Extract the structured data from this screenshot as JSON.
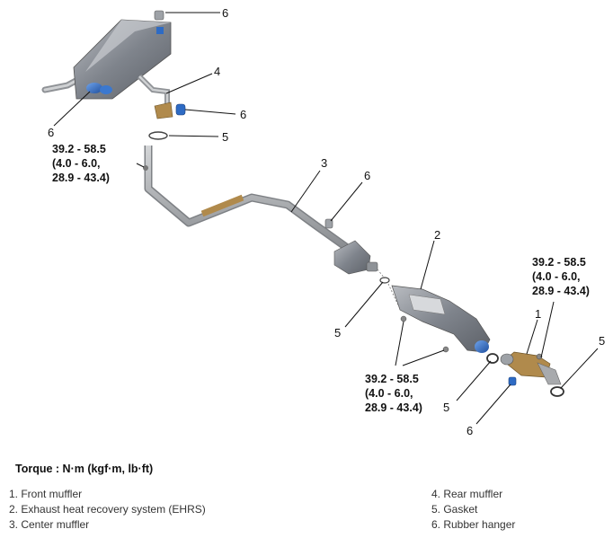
{
  "callouts": {
    "c6_top": "6",
    "c4": "4",
    "c6_rear": "6",
    "c6_left": "6",
    "c5_top": "5",
    "c3": "3",
    "c6_mid": "6",
    "c2": "2",
    "c1": "1",
    "c5_right": "5",
    "c5_left_mid": "5",
    "c5_bottom": "5",
    "c6_bottom": "6"
  },
  "torque_specs": {
    "upper_left": [
      "39.2 - 58.5",
      "(4.0 - 6.0,",
      "28.9 - 43.4)"
    ],
    "center": [
      "39.2 - 58.5",
      "(4.0 - 6.0,",
      "28.9 - 43.4)"
    ],
    "right": [
      "39.2 - 58.5",
      "(4.0 - 6.0,",
      "28.9 - 43.4)"
    ]
  },
  "legend": {
    "title": "Torque : N·m (kgf·m, lb·ft)",
    "left": [
      "1. Front muffler",
      "2. Exhaust heat recovery system (EHRS)",
      "3. Center muffler"
    ],
    "right": [
      "4. Rear muffler",
      "5. Gasket",
      "6. Rubber hanger"
    ]
  },
  "colors": {
    "pipe": "#a9abae",
    "muffler": "#8c9097",
    "flange_blue": "#2e6bc4",
    "heat_shield": "#b08a4c",
    "leader": "#111111"
  }
}
